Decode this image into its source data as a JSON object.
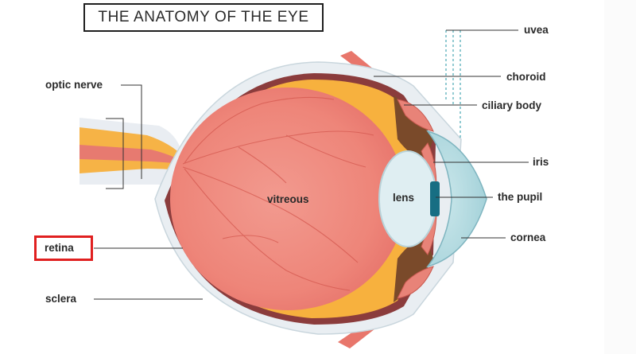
{
  "title": "THE ANATOMY OF THE EYE",
  "labels": {
    "uvea": "uvea",
    "choroid": "choroid",
    "ciliary_body": "ciliary body",
    "iris": "iris",
    "pupil": "the pupil",
    "cornea": "cornea",
    "optic_nerve": "optic nerve",
    "retina": "retina",
    "sclera": "sclera",
    "vitreous": "vitreous",
    "lens": "lens"
  },
  "highlight": {
    "target": "retina",
    "color": "#e02020"
  }
}
